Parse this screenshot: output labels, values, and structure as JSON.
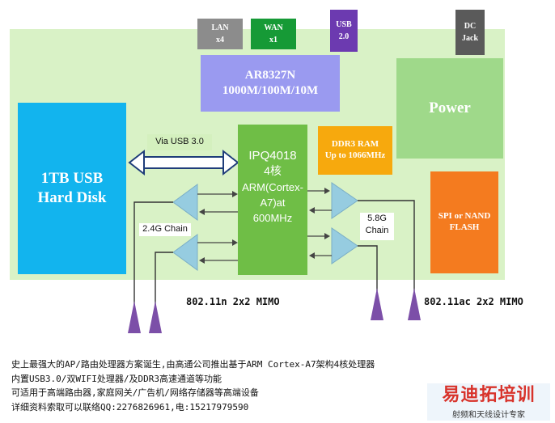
{
  "ports": {
    "lan": {
      "name": "LAN",
      "sub": "x4"
    },
    "wan": {
      "name": "WAN",
      "sub": "x1"
    },
    "usb": {
      "name": "USB",
      "sub": "2.0"
    },
    "dc": {
      "name": "DC",
      "sub": "Jack"
    }
  },
  "switch": {
    "line1": "AR8327N",
    "line2": "1000M/100M/10M"
  },
  "power": {
    "label": "Power"
  },
  "hdd": {
    "line1": "1TB USB",
    "line2": "Hard Disk"
  },
  "usb3_link": {
    "label": "Via USB 3.0"
  },
  "cpu": {
    "line1": "IPQ4018",
    "line2": "4核",
    "line3": "ARM(Cortex-A7)at 600MHz"
  },
  "ddr": {
    "line1": "DDR3 RAM",
    "line2": "Up to 1066MHz"
  },
  "flash": {
    "line1": "SPI or NAND",
    "line2": "FLASH"
  },
  "chains": {
    "g24": "2.4G Chain",
    "g58_line1": "5.8G",
    "g58_line2": "Chain"
  },
  "mimo": {
    "n": "802.11n 2x2 MIMO",
    "ac": "802.11ac 2x2 MIMO"
  },
  "description": [
    "史上最强大的AP/路由处理器方案诞生,由高通公司推出基于ARM Cortex-A7架构4核处理器",
    "内置USB3.0/双WIFI处理器/及DDR3高速通道等功能",
    "可适用于高端路由器,家庭网关/广告机/网络存储器等高端设备",
    "详细资料索取可以联络QQ:2276826961,电:15217979590"
  ],
  "logo": {
    "title": "易迪拓培训",
    "subtitle": "射频和天线设计专家"
  },
  "colors": {
    "board": "#d9f2c6",
    "cpu": "#6fbe46",
    "hdd": "#12b4ee",
    "switch": "#9a9af0",
    "power": "#9fd98a",
    "ddr": "#f7a90d",
    "flash": "#f47b1f",
    "lan": "#8c8c8c",
    "wan": "#169a36",
    "usb": "#6c3ab0",
    "dc": "#5a5a5a",
    "amplifier": "#96cce0",
    "antenna": "#7c4fa8",
    "logo": "#d8332b"
  },
  "icons": [
    "amplifier-triangle-icon",
    "antenna-icon",
    "double-arrow-icon",
    "arrow-icon"
  ]
}
